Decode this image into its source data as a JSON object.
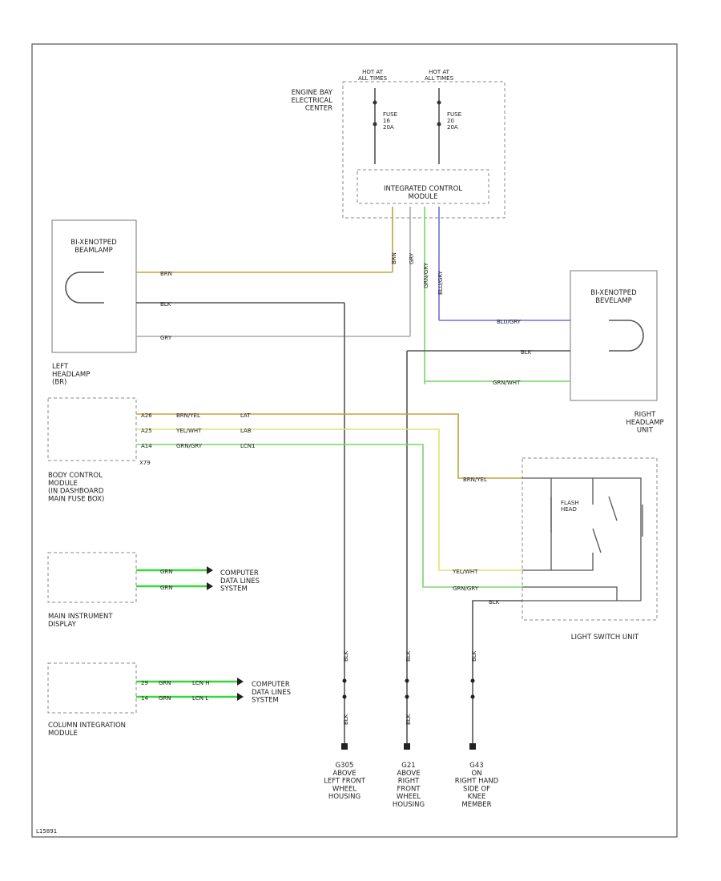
{
  "components": {
    "engine_bay": "ENGINE BAY\nELECTRICAL\nCENTER",
    "hot_left": "HOT AT\nALL TIMES",
    "hot_right": "HOT AT\nALL TIMES",
    "fuse_a": "FUSE\n16\n20A",
    "fuse_b": "FUSE\n20\n20A",
    "icm": "INTEGRATED CONTROL\nMODULE",
    "left_headlamp_box": "BI-XENOTPED\nBEAMLAMP",
    "left_headlamp_name": "LEFT\nHEADLAMP\n(BR)",
    "right_headlamp_box": "BI-XENOTPED\nBEVELAMP",
    "right_headlamp_name": "RIGHT\nHEADLAMP\nUNIT",
    "bcm_name": "BODY CONTROL\nMODULE\n(IN DASHBOARD\nMAIN FUSE BOX)",
    "bcm_conn": "X79",
    "mid_name": "MAIN INSTRUMENT\nDISPLAY",
    "col_name": "COLUMN INTEGRATION\nMODULE",
    "light_switch": "LIGHT SWITCH UNIT",
    "flash": "FLASH\nHEAD",
    "data_lines_1": "COMPUTER\nDATA LINES\nSYSTEM",
    "data_lines_2": "COMPUTER\nDATA LINES\nSYSTEM"
  },
  "wires": {
    "l_hl_1": "BRN",
    "l_hl_2": "BLK",
    "l_hl_3": "GRY",
    "bcm_1": "BRN/YEL",
    "bcm_1_sig": "LAT",
    "bcm_2": "YEL/WHT",
    "bcm_2_sig": "LAB",
    "bcm_3": "GRN/GRY",
    "bcm_3_sig": "LCN1",
    "bcm_p1": "A26",
    "bcm_p2": "A25",
    "bcm_p3": "A14",
    "r_hl_1": "BLU/GRY",
    "r_hl_2": "BLK",
    "r_hl_3": "GRN/WHT",
    "ls_1": "BRN/YEL",
    "ls_2": "YEL/WHT",
    "ls_3": "GRN/GRY",
    "ls_4": "BLK",
    "mid_1": "GRN",
    "mid_2": "GRN",
    "col_1": "GRN",
    "col_2": "GRN",
    "col_sig1": "LCN H",
    "col_sig2": "LCN L",
    "col_p1": "29",
    "col_p2": "14",
    "v1": "BRN",
    "v2": "GRY",
    "v3": "GRN/GRY",
    "v4": "BLU/GRY",
    "gnd1_top": "BLK",
    "gnd1_bot": "BLK",
    "gnd2_top": "BLK",
    "gnd2_bot": "BLK",
    "gnd3_top": "BLK"
  },
  "grounds": {
    "g1": "G305\nABOVE\nLEFT FRONT\nWHEEL\nHOUSING",
    "g2": "G21\nABOVE\nRIGHT\nFRONT\nWHEEL\nHOUSING",
    "g3": "G43\nON\nRIGHT HAND\nSIDE OF\nKNEE\nMEMBER"
  },
  "footer_id": "L15891"
}
